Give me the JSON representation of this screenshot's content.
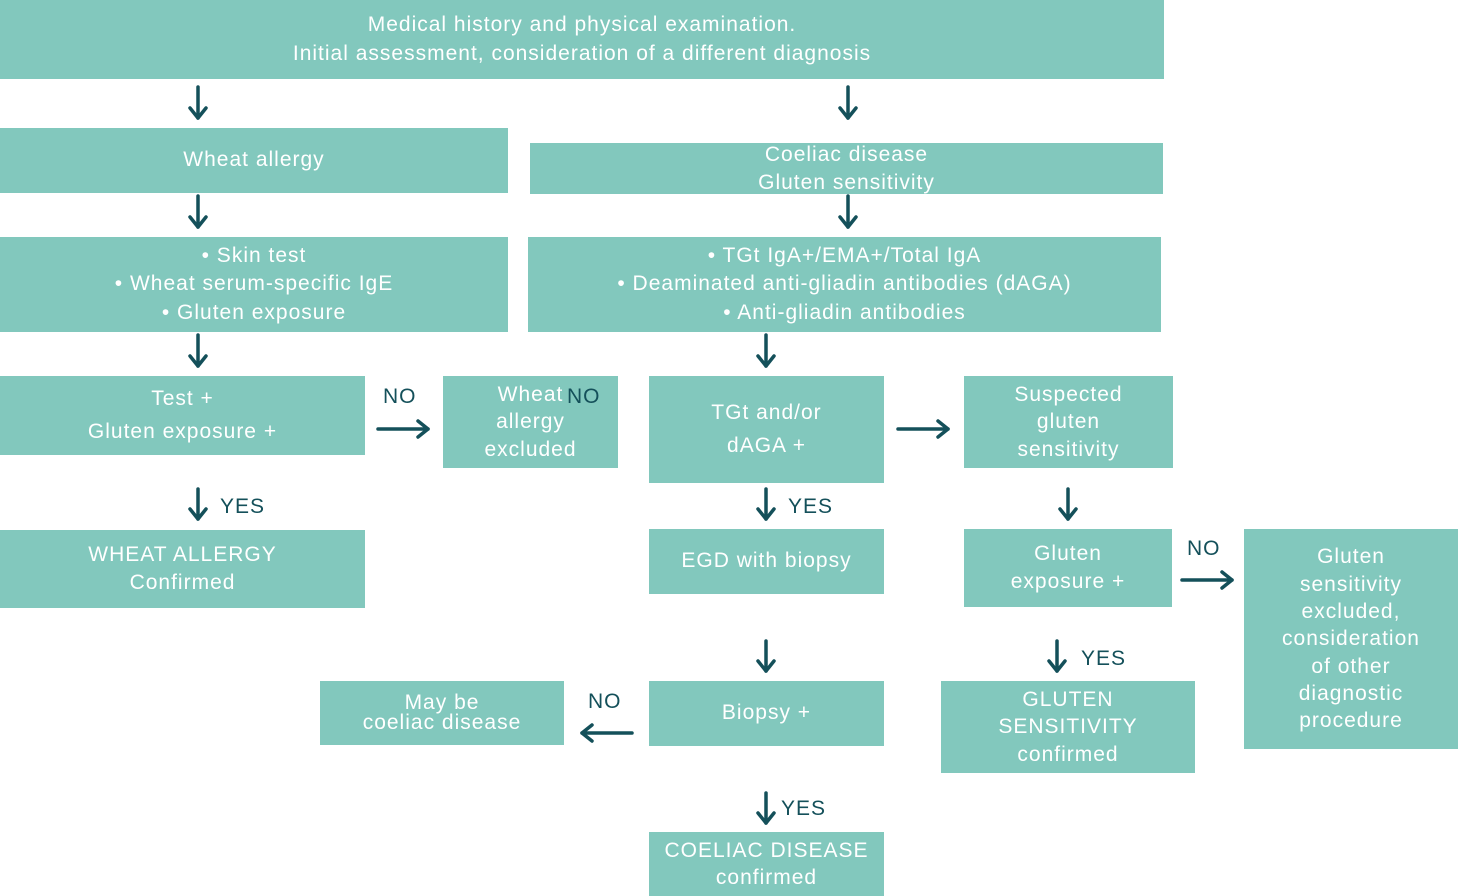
{
  "boxes": {
    "history": [
      "Medical history and physical examination.",
      "Initial assessment, consideration of a different diagnosis"
    ],
    "wheat_allergy": [
      "Wheat allergy"
    ],
    "coeliac_gluten": [
      "Coeliac disease",
      "Gluten sensitivity"
    ],
    "wheat_tests": [
      "• Skin test",
      "• Wheat serum-specific IgE",
      "• Gluten exposure"
    ],
    "coeliac_tests": [
      "• TGt IgA+/EMA+/Total  IgA",
      "• Deaminated anti-gliadin antibodies (dAGA)",
      "• Anti-gliadin antibodies"
    ],
    "test_plus": [
      "Test +",
      "Gluten exposure +"
    ],
    "wheat_excluded": [
      "Wheat",
      "allergy",
      "excluded"
    ],
    "tgt_daga": [
      "TGt and/or",
      "dAGA +"
    ],
    "suspected_gs": [
      "Suspected",
      "gluten",
      "sensitivity"
    ],
    "wheat_confirmed": [
      "WHEAT ALLERGY",
      "Confirmed"
    ],
    "egd": [
      "EGD with biopsy"
    ],
    "gluten_exposure": [
      "Gluten",
      "exposure +"
    ],
    "gs_excluded": [
      "Gluten",
      "sensitivity",
      "excluded,",
      "consideration",
      "of other",
      "diagnostic",
      "procedure"
    ],
    "may_be": [
      "May be",
      "coeliac disease"
    ],
    "biopsy": [
      "Biopsy +"
    ],
    "gs_confirmed": [
      "GLUTEN",
      "SENSITIVITY",
      "confirmed"
    ],
    "coeliac_confirmed": [
      "COELIAC DISEASE",
      "confirmed"
    ]
  },
  "labels": {
    "no": "NO",
    "yes": "YES"
  },
  "colors": {
    "box": "#82c8bd",
    "arrow": "#14505a",
    "text": "#ffffff"
  }
}
